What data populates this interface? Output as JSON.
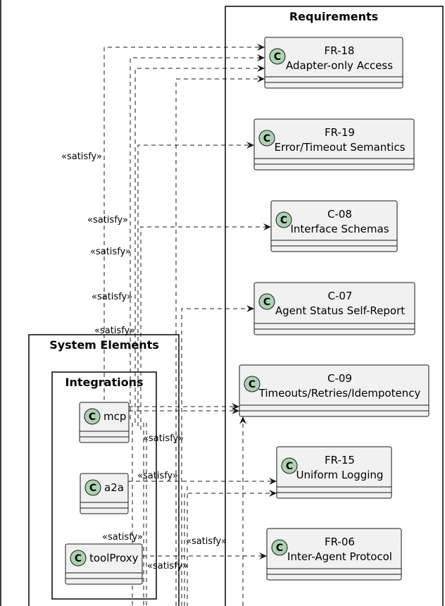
{
  "packages": {
    "requirements": {
      "title": "Requirements"
    },
    "system_elements": {
      "title": "System Elements"
    },
    "integrations": {
      "title": "Integrations"
    }
  },
  "class_icon_letter": "C",
  "class_icon_color": "#ADD1B2",
  "class_fill_color": "#F1F1F1",
  "requirements": [
    {
      "id": "FR-18",
      "name": "Adapter-only Access"
    },
    {
      "id": "FR-19",
      "name": "Error/Timeout Semantics"
    },
    {
      "id": "C-08",
      "name": "Interface Schemas"
    },
    {
      "id": "C-07",
      "name": "Agent Status Self-Report"
    },
    {
      "id": "C-09",
      "name": "Timeouts/Retries/Idempotency"
    },
    {
      "id": "FR-15",
      "name": "Uniform Logging"
    },
    {
      "id": "FR-06",
      "name": "Inter-Agent Protocol"
    }
  ],
  "integrations": [
    {
      "name": "mcp"
    },
    {
      "name": "a2a"
    },
    {
      "name": "toolProxy"
    }
  ],
  "relation_label": "«satisfy»"
}
